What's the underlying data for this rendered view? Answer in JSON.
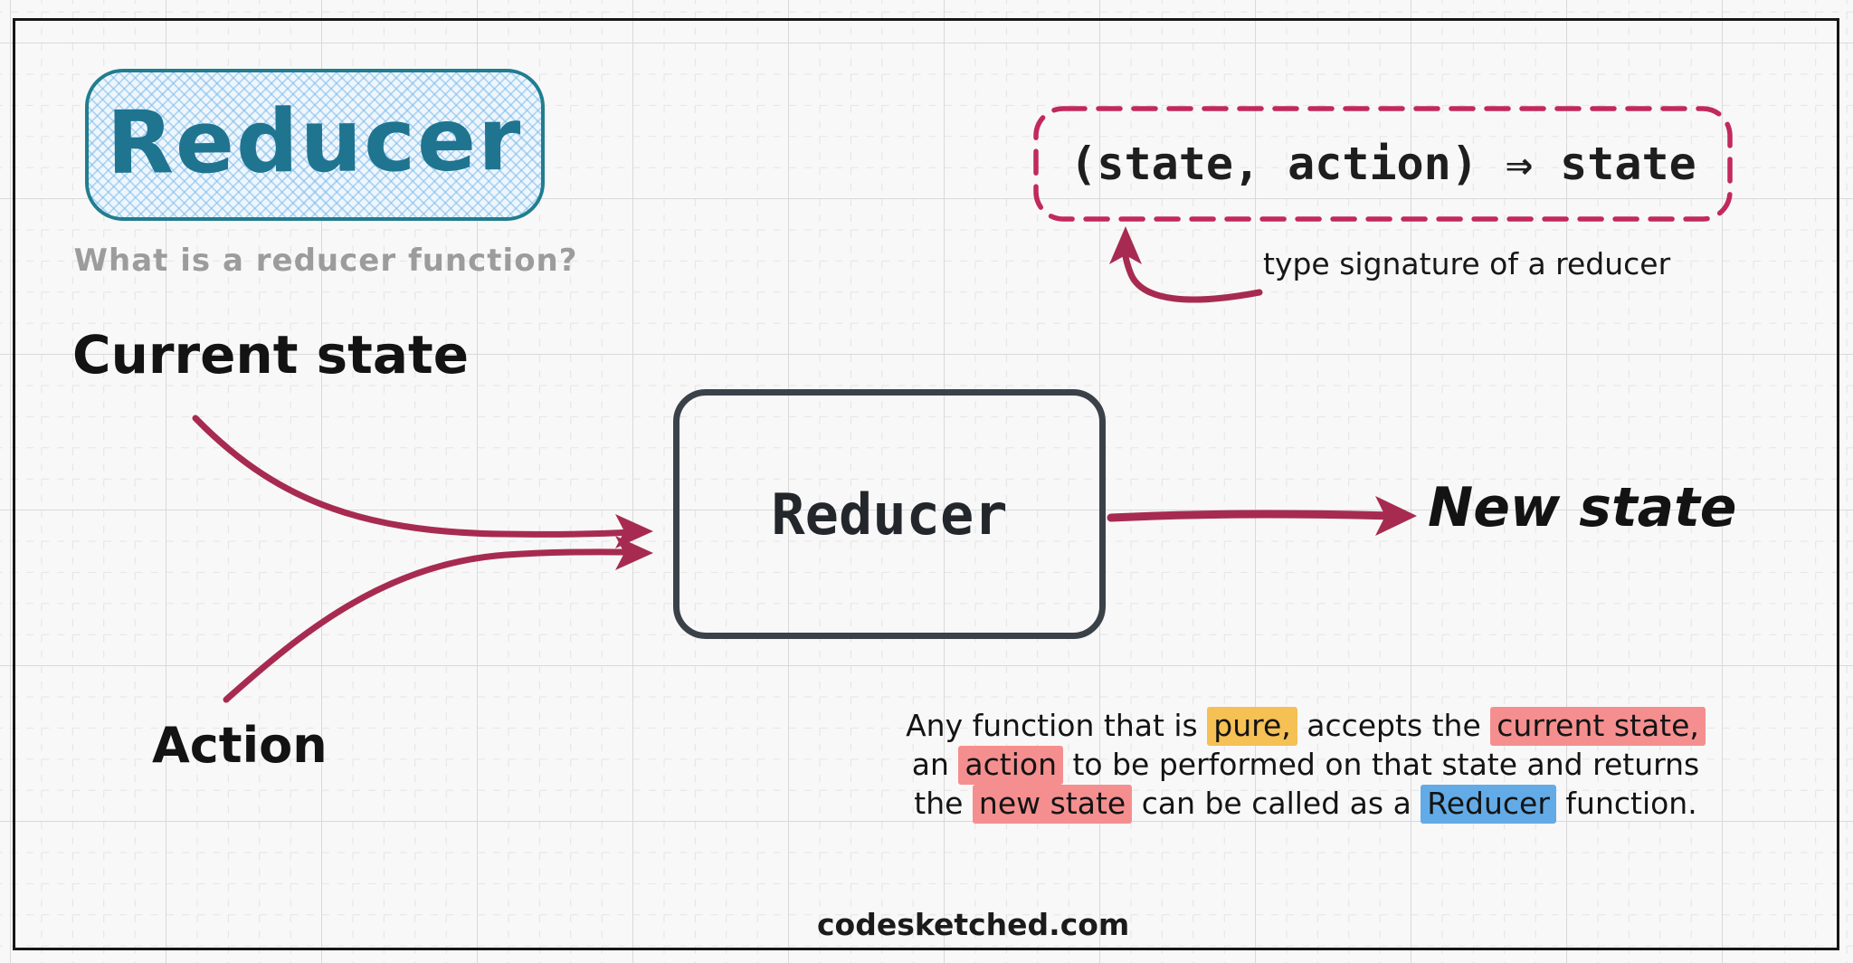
{
  "title": {
    "text": "Reducer",
    "subtitle": "What is a reducer function?"
  },
  "type_signature": {
    "code": "(state, action) ⇒ state",
    "caption": "type signature of a reducer"
  },
  "flow": {
    "input_top": "Current state",
    "input_bottom": "Action",
    "processor": "Reducer",
    "output": "New state"
  },
  "explanation": {
    "line1": {
      "t1": "Any function that is ",
      "pure": "pure,",
      "t2": " accepts the ",
      "current_state": "current state,"
    },
    "line2": {
      "t1": "an ",
      "action": "action",
      "t2": " to be performed on that state and returns"
    },
    "line3": {
      "t1": "the ",
      "new_state": "new state",
      "t2": " can be called as a ",
      "reducer": "Reducer",
      "t3": " function."
    }
  },
  "footer": {
    "site": "codesketched.com"
  },
  "colors": {
    "arrow_crimson": "#a72b51",
    "dashed_crimson": "#c2295b",
    "teal": "#1f7490",
    "box_border": "#3a4149",
    "highlight_yellow": "#f5c054",
    "highlight_salmon": "#f58f8f",
    "highlight_blue": "#63abe6",
    "grid_background": "#f8f8f8"
  }
}
